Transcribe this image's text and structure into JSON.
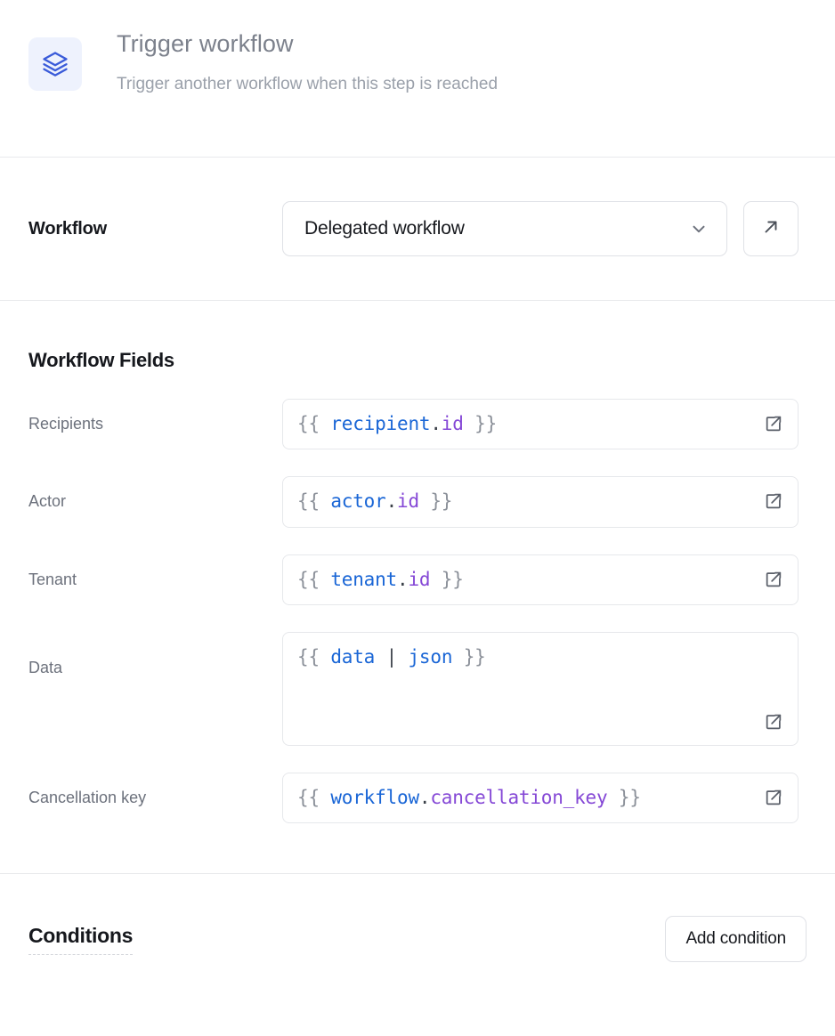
{
  "header": {
    "icon": "layers-stack-icon",
    "icon_color": "#3a5bd9",
    "icon_bg": "#eef2fd",
    "title": "Trigger workflow",
    "subtitle": "Trigger another workflow when this step is reached"
  },
  "workflow": {
    "label": "Workflow",
    "selected": "Delegated workflow",
    "chevron_icon": "chevron-down-icon",
    "open_icon": "arrow-up-right-icon"
  },
  "fields_section": {
    "title": "Workflow Fields",
    "expand_icon": "external-link-icon",
    "fields": [
      {
        "label": "Recipients",
        "value": "{{ recipient.id }}",
        "tokens": [
          {
            "t": "{{ ",
            "k": "brace"
          },
          {
            "t": "recipient",
            "k": "obj"
          },
          {
            "t": ".",
            "k": "dot"
          },
          {
            "t": "id",
            "k": "prop"
          },
          {
            "t": " }}",
            "k": "brace"
          }
        ],
        "multiline": false
      },
      {
        "label": "Actor",
        "value": "{{ actor.id }}",
        "tokens": [
          {
            "t": "{{ ",
            "k": "brace"
          },
          {
            "t": "actor",
            "k": "obj"
          },
          {
            "t": ".",
            "k": "dot"
          },
          {
            "t": "id",
            "k": "prop"
          },
          {
            "t": " }}",
            "k": "brace"
          }
        ],
        "multiline": false
      },
      {
        "label": "Tenant",
        "value": "{{ tenant.id }}",
        "tokens": [
          {
            "t": "{{ ",
            "k": "brace"
          },
          {
            "t": "tenant",
            "k": "obj"
          },
          {
            "t": ".",
            "k": "dot"
          },
          {
            "t": "id",
            "k": "prop"
          },
          {
            "t": " }}",
            "k": "brace"
          }
        ],
        "multiline": false
      },
      {
        "label": "Data",
        "value": "{{ data | json }}",
        "tokens": [
          {
            "t": "{{ ",
            "k": "brace"
          },
          {
            "t": "data",
            "k": "obj"
          },
          {
            "t": " ",
            "k": "brace"
          },
          {
            "t": "|",
            "k": "pipe"
          },
          {
            "t": " ",
            "k": "brace"
          },
          {
            "t": "json",
            "k": "filter"
          },
          {
            "t": " }}",
            "k": "brace"
          }
        ],
        "multiline": true
      },
      {
        "label": "Cancellation key",
        "value": "{{ workflow.cancellation_key }}",
        "tokens": [
          {
            "t": "{{ ",
            "k": "brace"
          },
          {
            "t": "workflow",
            "k": "obj"
          },
          {
            "t": ".",
            "k": "dot"
          },
          {
            "t": "cancellation_key",
            "k": "prop"
          },
          {
            "t": " }}",
            "k": "brace"
          }
        ],
        "multiline": false
      }
    ]
  },
  "conditions": {
    "title": "Conditions",
    "add_label": "Add condition"
  },
  "colors": {
    "accent_blue": "#1a66d6",
    "accent_purple": "#8548d6",
    "border": "#dfe1e6",
    "divider": "#e8e9ec",
    "text_primary": "#16181d",
    "text_muted": "#6c717c"
  }
}
